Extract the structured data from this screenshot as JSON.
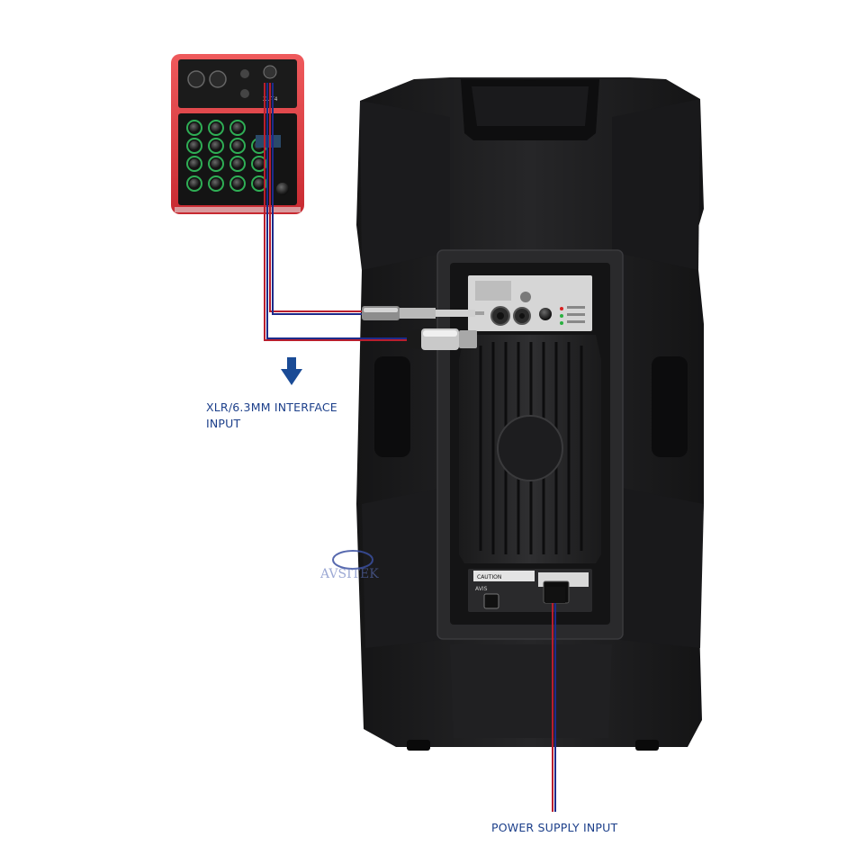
{
  "labels": {
    "interface_input_line1": "XLR/6.3MM INTERFACE",
    "interface_input_line2": "INPUT",
    "power_supply_input": "POWER SUPPLY INPUT"
  },
  "panel_text": {
    "caution": "CAUTION",
    "brand": "AVIS",
    "mixer_model": "XL-T4",
    "watermark": "AVSITEK"
  },
  "colors": {
    "cable_red": "#b81e2e",
    "cable_blue": "#1d2b8a",
    "label_blue": "#1c3f8a",
    "arrow_blue": "#1a4b96",
    "mixer_red": "#d8343b",
    "speaker_black": "#1d1d1f"
  },
  "icons": {
    "down_arrow": "down-arrow-icon"
  }
}
